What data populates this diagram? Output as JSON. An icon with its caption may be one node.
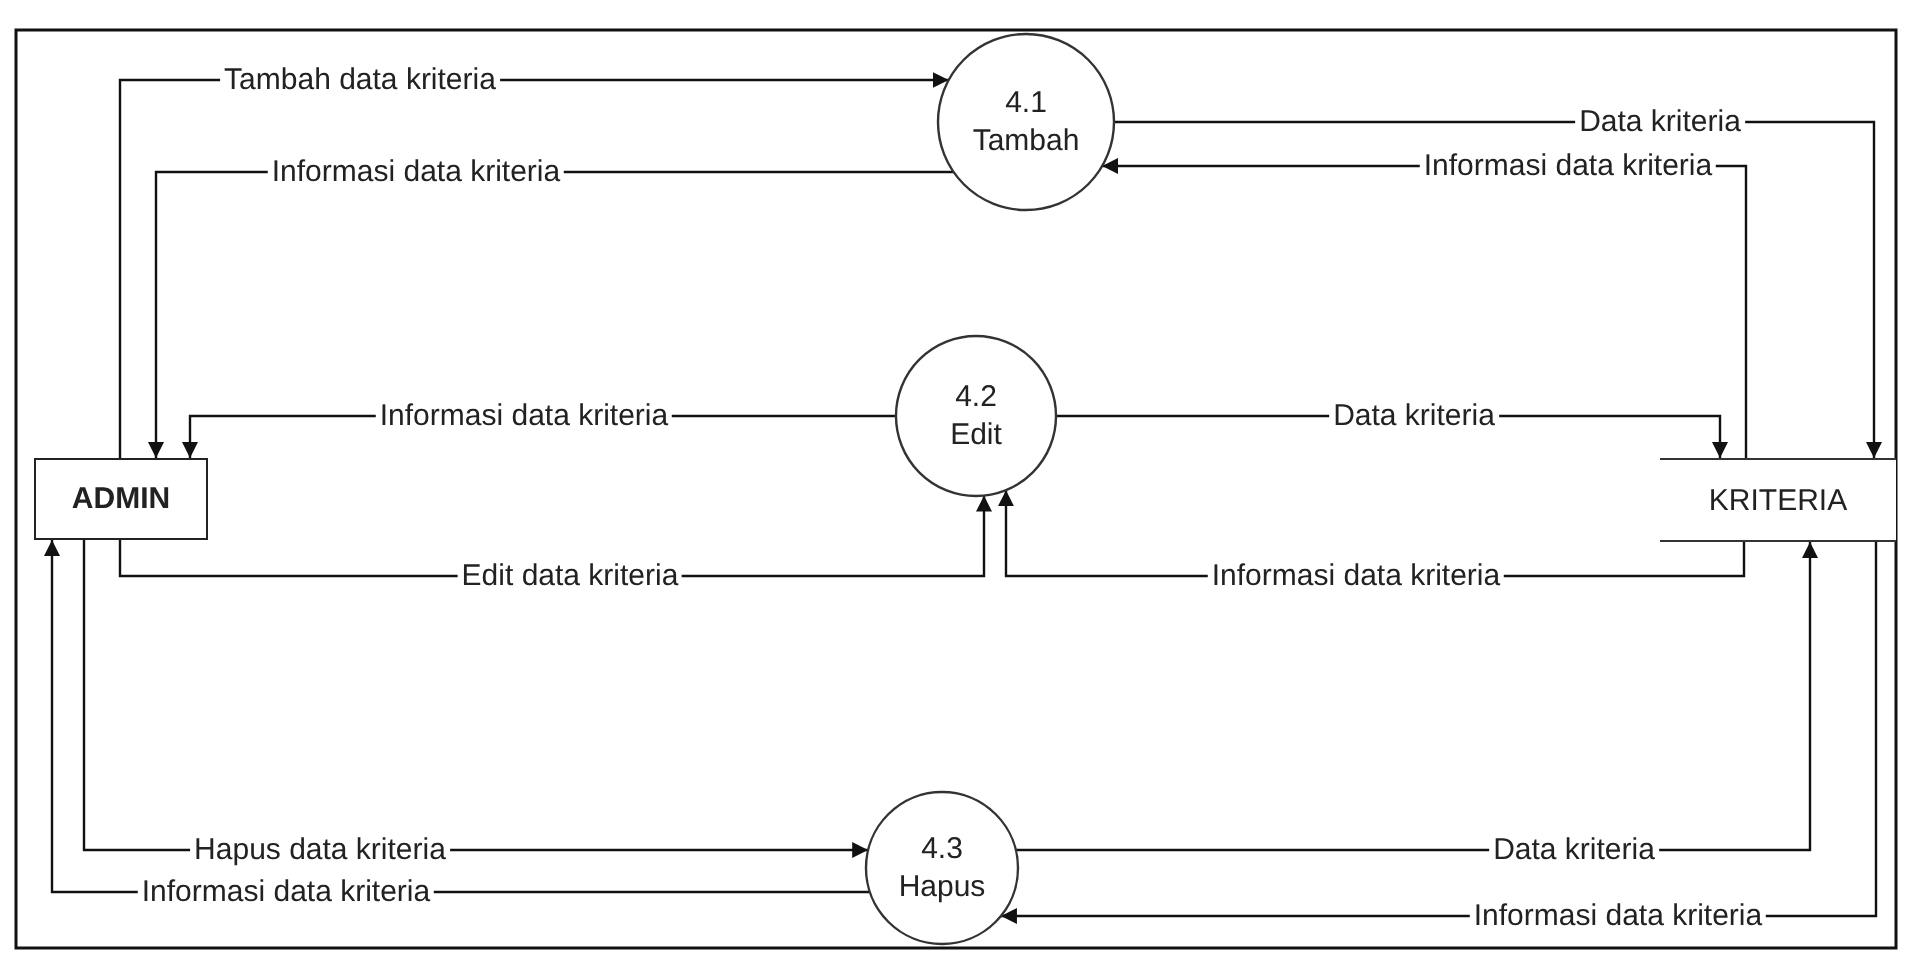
{
  "diagram": {
    "nodes": [
      {
        "text": [
          "ADMIN"
        ]
      },
      {
        "text": [
          "4.1",
          "Tambah"
        ]
      },
      {
        "text": [
          "4.2",
          "Edit"
        ]
      },
      {
        "text": [
          "4.3",
          "Hapus"
        ]
      },
      {
        "text": [
          "KRITERIA"
        ]
      }
    ],
    "edges": [
      {
        "from": 0,
        "to": 1,
        "arrow": "to",
        "label": "Tambah data kriteria"
      },
      {
        "from": 1,
        "to": 0,
        "arrow": "to",
        "label": "Informasi data kriteria"
      },
      {
        "from": 1,
        "to": 4,
        "arrow": "to",
        "label": "Data kriteria"
      },
      {
        "from": 4,
        "to": 1,
        "arrow": "to",
        "label": "Informasi data kriteria"
      },
      {
        "from": 2,
        "to": 0,
        "arrow": "to",
        "label": "Informasi data kriteria"
      },
      {
        "from": 2,
        "to": 4,
        "arrow": "to",
        "label": "Data kriteria"
      },
      {
        "from": 0,
        "to": 2,
        "arrow": "to",
        "label": "Edit data kriteria"
      },
      {
        "from": 4,
        "to": 2,
        "arrow": "to",
        "label": "Informasi data kriteria"
      },
      {
        "from": 0,
        "to": 3,
        "arrow": "to",
        "label": "Hapus data kriteria"
      },
      {
        "from": 3,
        "to": 0,
        "arrow": "to",
        "label": "Informasi data kriteria"
      },
      {
        "from": 3,
        "to": 4,
        "arrow": "to",
        "label": "Data kriteria"
      },
      {
        "from": 4,
        "to": 3,
        "arrow": "to",
        "label": "Informasi data kriteria"
      }
    ]
  }
}
